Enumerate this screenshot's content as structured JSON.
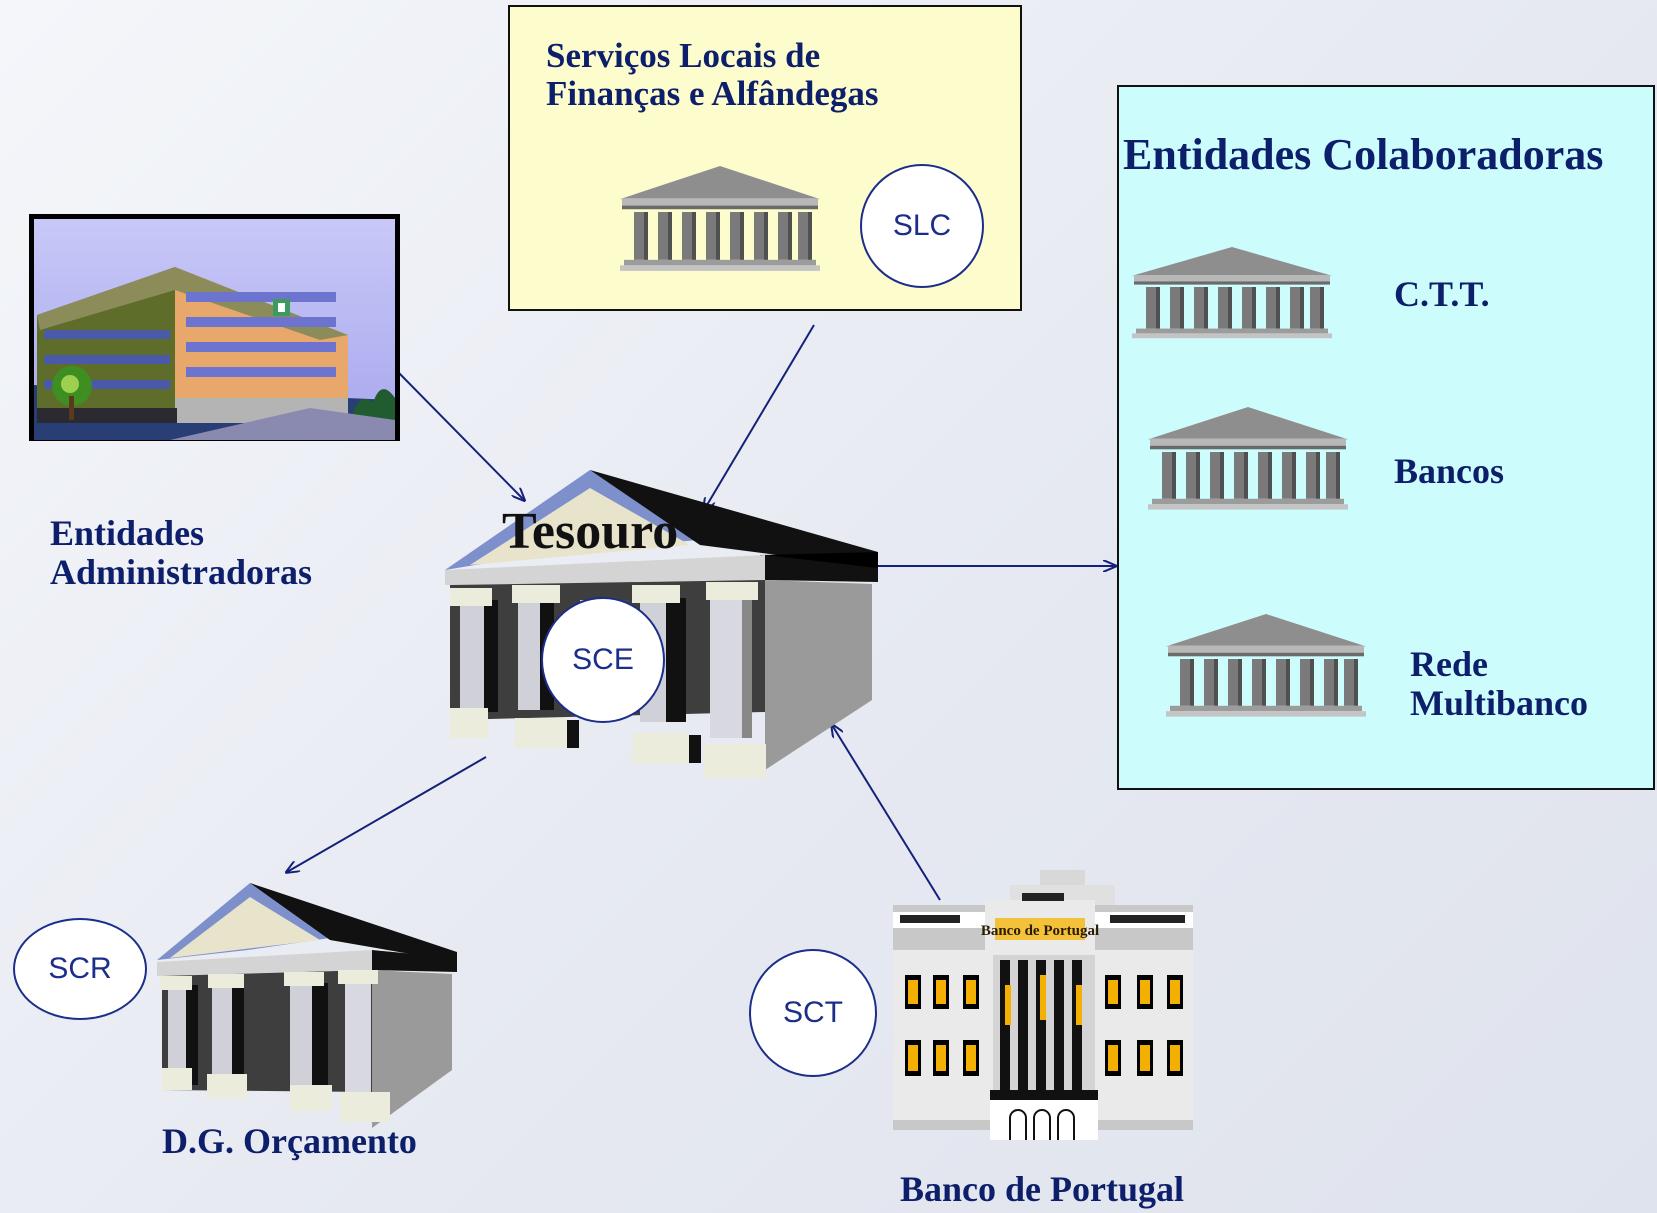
{
  "nodes": {
    "slfa": {
      "title_line1": "Serviços Locais de",
      "title_line2": "Finanças e Alfândegas",
      "badge": "SLC"
    },
    "colaboradoras": {
      "title": "Entidades Colaboradoras",
      "items": [
        "C.T.T.",
        "Bancos",
        "Rede",
        "Multibanco"
      ]
    },
    "administradoras": {
      "line1": "Entidades",
      "line2": "Administradoras"
    },
    "tesouro": {
      "title": "Tesouro",
      "badge": "SCE"
    },
    "dgo": {
      "title": "D.G. Orçamento",
      "badge": "SCR"
    },
    "bdp": {
      "title": "Banco de Portugal",
      "badge": "SCT",
      "facade_text": "Banco de Portugal"
    }
  },
  "colors": {
    "accent_text": "#0d1f6a",
    "slfa_box": "#fcfccc",
    "colaboradoras_box": "#ccfcfc",
    "arrow": "#14207a"
  },
  "edges": [
    {
      "from": "Entidades Administradoras",
      "to": "Tesouro"
    },
    {
      "from": "Serviços Locais de Finanças e Alfândegas",
      "to": "Tesouro"
    },
    {
      "from": "Tesouro",
      "to": "Entidades Colaboradoras"
    },
    {
      "from": "Tesouro",
      "to": "D.G. Orçamento"
    },
    {
      "from": "Banco de Portugal",
      "to": "Tesouro"
    }
  ]
}
